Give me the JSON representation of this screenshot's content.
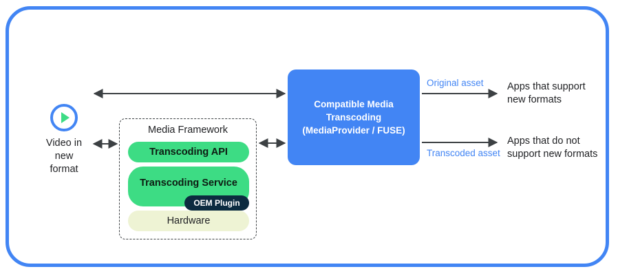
{
  "frame": {
    "border_color": "#4285f4"
  },
  "video_source": {
    "icon": "play-circle-icon",
    "caption": "Video in\nnew\nformat",
    "icon_ring_color": "#4285f4",
    "icon_triangle_color": "#3ddc84"
  },
  "media_framework": {
    "title": "Media Framework",
    "boxes": [
      {
        "label": "Transcoding API",
        "color": "#3ddc84"
      },
      {
        "label": "Transcoding Service",
        "color": "#3ddc84"
      },
      {
        "label": "Hardware",
        "color": "#eef3d4"
      }
    ],
    "badge": {
      "label": "OEM Plugin",
      "color": "#0c2b40"
    }
  },
  "cmt_box": {
    "label": "Compatible Media\nTranscoding\n(MediaProvider / FUSE)",
    "color": "#4285f4"
  },
  "outputs": {
    "original_asset_label": "Original asset",
    "transcoded_asset_label": "Transcoded asset",
    "apps_support_label": "Apps that support\nnew formats",
    "apps_no_support_label": "Apps that do not\nsupport new formats",
    "asset_label_color": "#4285f4"
  },
  "arrows": [
    {
      "name": "video-to-cmt-arrow",
      "type": "double-headed"
    },
    {
      "name": "video-to-framework-arrow",
      "type": "double-headed"
    },
    {
      "name": "framework-to-cmt-arrow",
      "type": "double-headed"
    },
    {
      "name": "cmt-to-apps-support-arrow",
      "type": "single-headed"
    },
    {
      "name": "cmt-to-apps-no-support-arrow",
      "type": "single-headed"
    }
  ]
}
